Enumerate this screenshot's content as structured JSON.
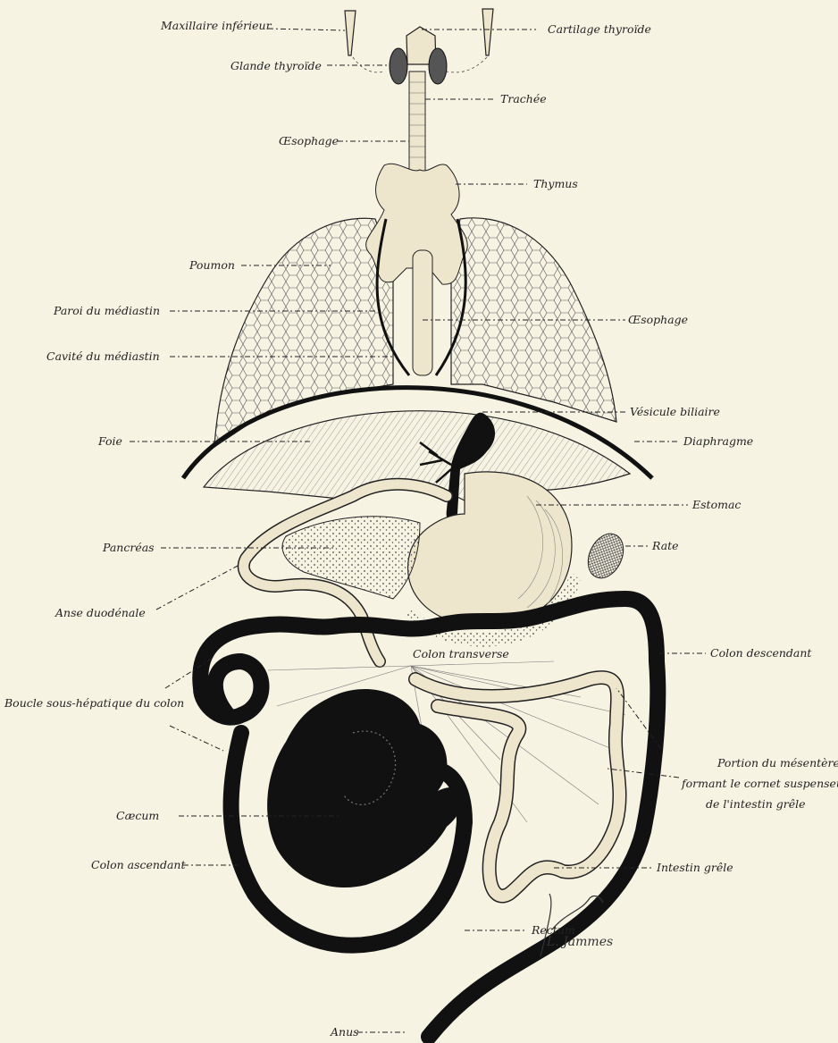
{
  "labels": {
    "maxillaire": "Maxillaire inférieur",
    "cartilage": "Cartilage thyroïde",
    "glande_thyroide": "Glande thyroïde",
    "trachee": "Trachée",
    "oesophage_upper": "Œsophage",
    "thymus": "Thymus",
    "poumon": "Poumon",
    "paroi": "Paroi du médiastin",
    "oesophage_lower": "Œsophage",
    "cavite": "Cavité du médiastin",
    "vesicule": "Vésicule biliaire",
    "foie": "Foie",
    "diaphragme": "Diaphragme",
    "estomac": "Estomac",
    "pancreas": "Pancréas",
    "rate": "Rate",
    "anse": "Anse duodénale",
    "colon_transverse": "Colon transverse",
    "colon_descendant": "Colon descendant",
    "boucle": "Boucle sous-hépatique du colon",
    "mesentere_1": "Portion du mésentère",
    "mesentere_2": "formant le cornet suspenseur",
    "mesentere_3": "de l'intestin grêle",
    "caecum": "Cæcum",
    "colon_ascendant": "Colon ascendant",
    "intestin": "Intestin grêle",
    "rectum": "Rectum",
    "anus": "Anus"
  },
  "signature": "L. Jammes",
  "colors": {
    "paper": "#f7f3e3",
    "ink": "#111111",
    "organ_fill": "#ede6cc"
  }
}
